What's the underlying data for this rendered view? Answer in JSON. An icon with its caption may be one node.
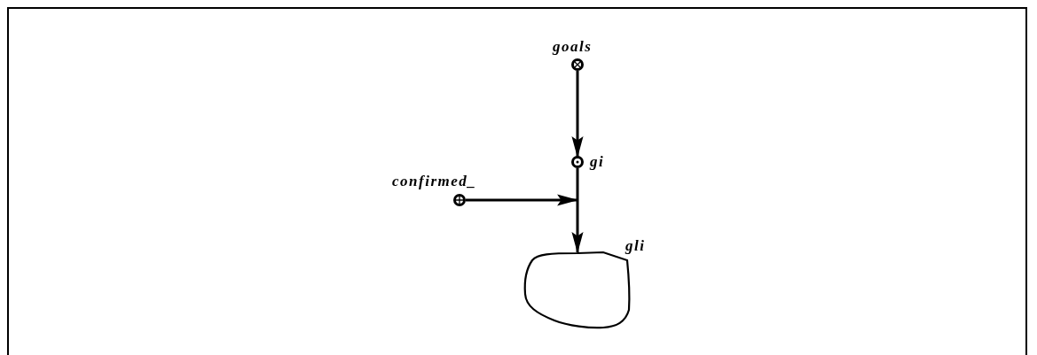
{
  "diagram": {
    "nodes": [
      {
        "text": [
          "goals"
        ]
      },
      {
        "text": [
          "gi"
        ]
      },
      {
        "text": [
          "confirmed_"
        ]
      },
      {
        "text": [
          "gli"
        ]
      }
    ],
    "edges": [
      {
        "from": 0,
        "to": 1,
        "arrow": "to"
      },
      {
        "from": 1,
        "to": 3,
        "arrow": "to"
      },
      {
        "from": 2,
        "to": 3,
        "arrow": "to"
      }
    ]
  }
}
